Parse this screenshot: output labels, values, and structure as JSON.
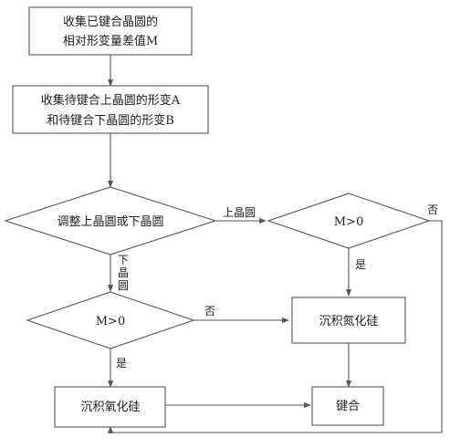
{
  "nodes": {
    "collect_m": {
      "line1": "收集已键合晶圆的",
      "line2": "相对形变量差值M"
    },
    "collect_ab": {
      "line1": "收集待键合上晶圆的形变A",
      "line2": "和待键合下晶圆的形变B"
    },
    "adjust": {
      "label": "调整上晶圆或下晶圆"
    },
    "decision_top": {
      "label": "M>0"
    },
    "decision_bottom": {
      "label": "M>0"
    },
    "deposit_top": {
      "label": "沉积氮化硅"
    },
    "deposit_bottom": {
      "label": "沉积氧化硅"
    },
    "bond": {
      "label": "键合"
    }
  },
  "edges": {
    "upper_wafer": "上晶圆",
    "lower_wafer": [
      "下",
      "晶",
      "圆"
    ],
    "yes_top": "是",
    "no_top": "否",
    "yes_bottom": "是",
    "no_bottom": "否"
  }
}
